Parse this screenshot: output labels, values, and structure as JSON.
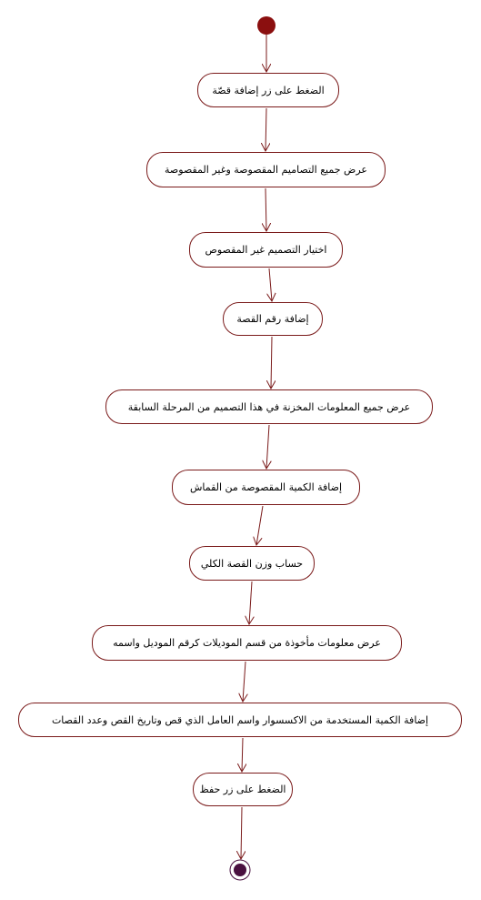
{
  "diagram": {
    "type": "uml-activity",
    "colors": {
      "line": "#7a1a1a",
      "start_node": "#8b0f0f",
      "end_node": "#4a1040",
      "activity_border": "#7a1a1a"
    },
    "activities": [
      {
        "label": "الضغط على زر إضافة قصّة"
      },
      {
        "label": "عرض جميع التصاميم المقصوصة وغير المقصوصة"
      },
      {
        "label": "اختيار التصميم غير المقصوص"
      },
      {
        "label": "إضافة رقم القصة"
      },
      {
        "label": "عرض جميع المعلومات المخزنة في هذا التصميم من المرحلة السابقة"
      },
      {
        "label": "إضافة الكمية المقصوصة من القماش"
      },
      {
        "label": "حساب وزن القصة الكلي"
      },
      {
        "label": "عرض معلومات مأخوذة من قسم الموديلات كرقم الموديل واسمه"
      },
      {
        "label": "إضافة الكمية المستخدمة من الاكسسوار واسم العامل الذي قص وتاريخ القص وعدد القصات"
      },
      {
        "label": "الضغط على زر حفظ"
      }
    ]
  }
}
